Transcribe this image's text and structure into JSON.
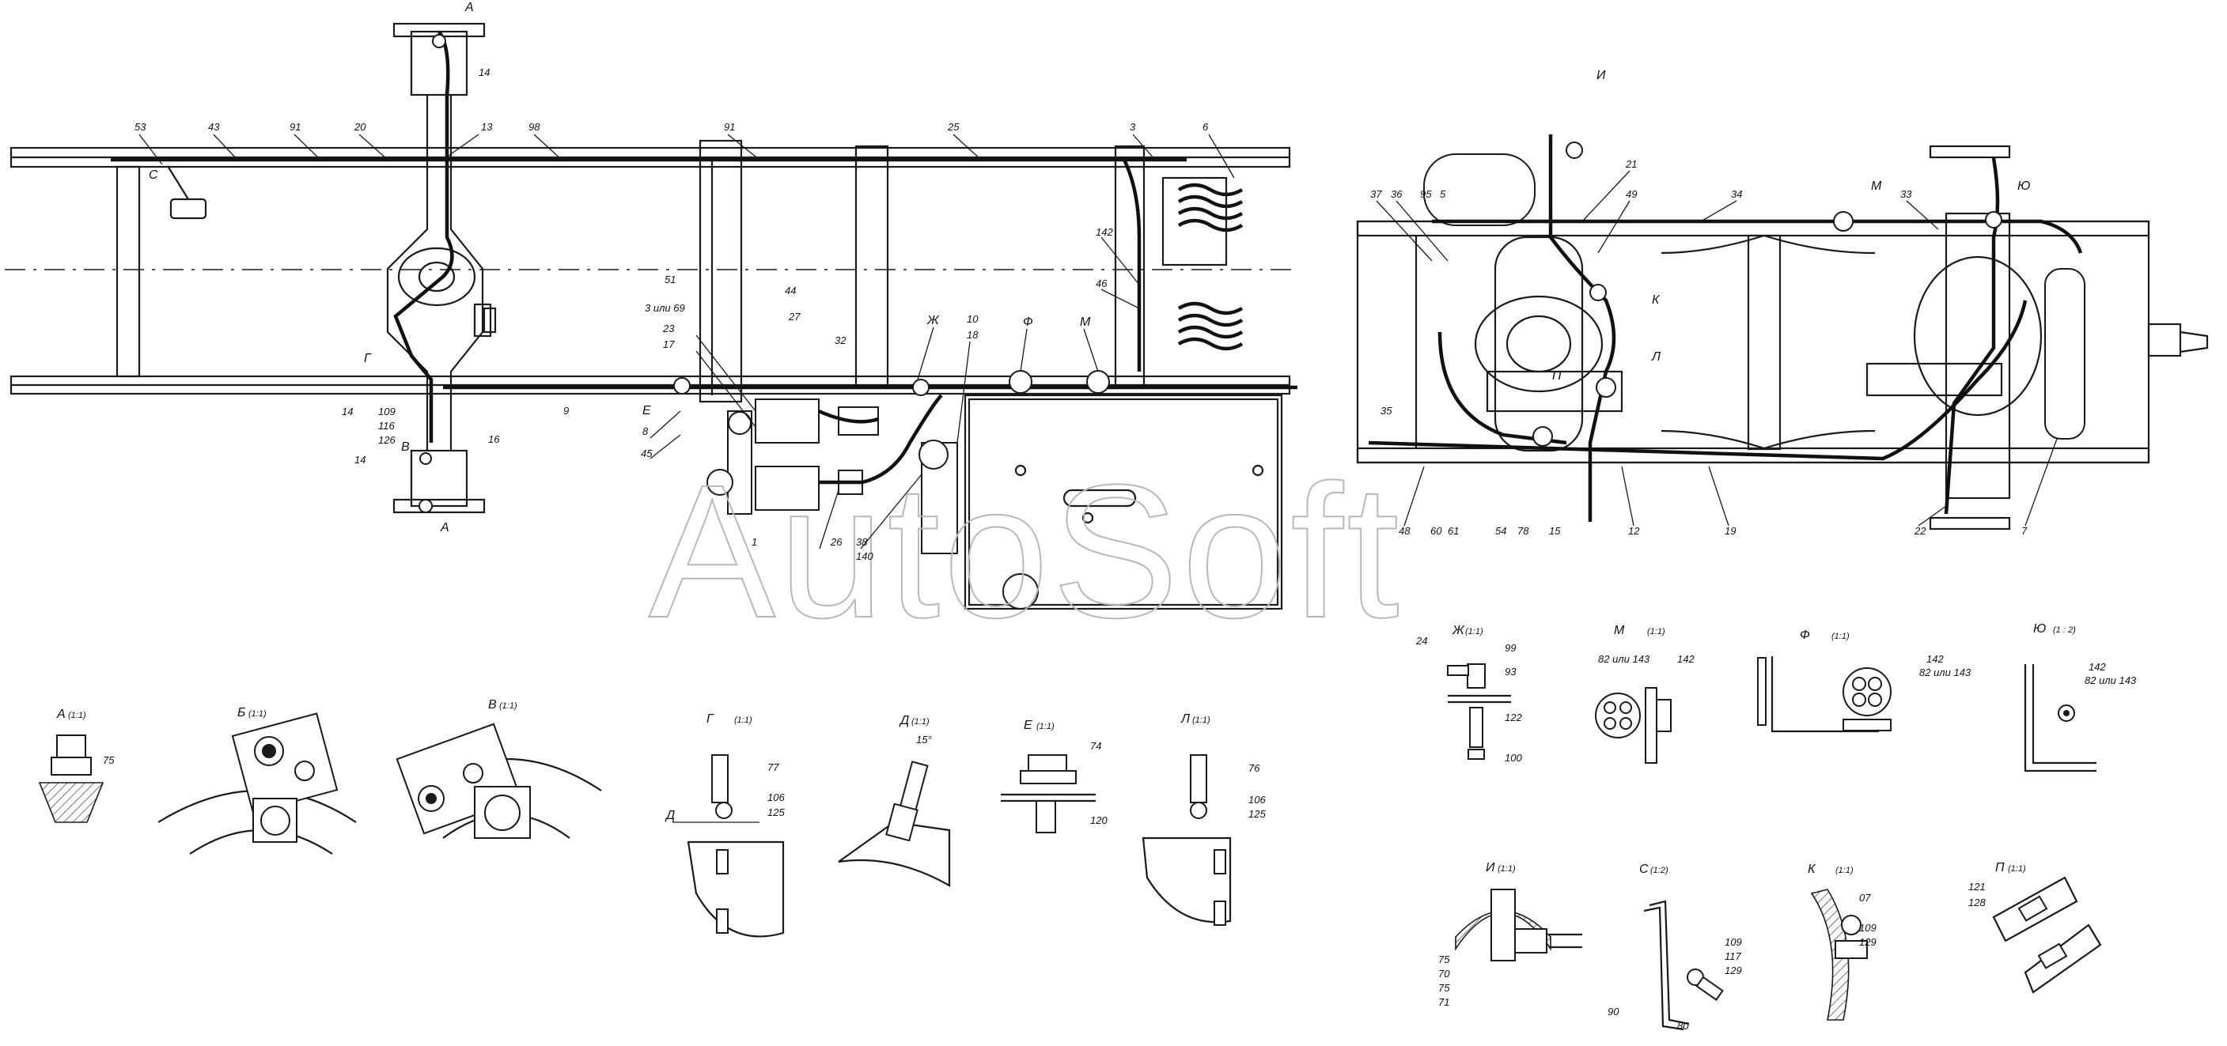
{
  "watermark": "AutoSoft",
  "callouts_left": [
    {
      "id": "c53",
      "text": "53"
    },
    {
      "id": "c43",
      "text": "43"
    },
    {
      "id": "c91a",
      "text": "91"
    },
    {
      "id": "c20",
      "text": "20"
    },
    {
      "id": "c13",
      "text": "13"
    },
    {
      "id": "c98",
      "text": "98"
    },
    {
      "id": "c91b",
      "text": "91"
    },
    {
      "id": "c25",
      "text": "25"
    },
    {
      "id": "c3",
      "text": "3"
    },
    {
      "id": "c6",
      "text": "6"
    },
    {
      "id": "c14a",
      "text": "14"
    },
    {
      "id": "cA1",
      "text": "А"
    },
    {
      "id": "cC",
      "text": "С"
    },
    {
      "id": "c142",
      "text": "142"
    },
    {
      "id": "c46",
      "text": "46"
    },
    {
      "id": "cM",
      "text": "М"
    },
    {
      "id": "cF",
      "text": "Ф"
    },
    {
      "id": "c10",
      "text": "10"
    },
    {
      "id": "c18",
      "text": "18"
    },
    {
      "id": "cZh",
      "text": "Ж"
    },
    {
      "id": "c32",
      "text": "32"
    },
    {
      "id": "c51",
      "text": "51"
    },
    {
      "id": "c44",
      "text": "44"
    },
    {
      "id": "c3or69",
      "text": "3 или 69"
    },
    {
      "id": "c27",
      "text": "27"
    },
    {
      "id": "c23",
      "text": "23"
    },
    {
      "id": "c17",
      "text": "17"
    },
    {
      "id": "cG",
      "text": "Г"
    },
    {
      "id": "c14b",
      "text": "14"
    },
    {
      "id": "c109",
      "text": "109"
    },
    {
      "id": "c116",
      "text": "116"
    },
    {
      "id": "c126",
      "text": "126"
    },
    {
      "id": "c16",
      "text": "16"
    },
    {
      "id": "c9",
      "text": "9"
    },
    {
      "id": "cE",
      "text": "Е"
    },
    {
      "id": "c8",
      "text": "8"
    },
    {
      "id": "c45",
      "text": "45"
    },
    {
      "id": "cB",
      "text": "В"
    },
    {
      "id": "c14c",
      "text": "14"
    },
    {
      "id": "cA2",
      "text": "А"
    },
    {
      "id": "c1",
      "text": "1"
    },
    {
      "id": "c26",
      "text": "26"
    },
    {
      "id": "c38",
      "text": "38"
    },
    {
      "id": "c140",
      "text": "140"
    }
  ],
  "callouts_right": [
    {
      "id": "rI",
      "text": "И"
    },
    {
      "id": "r37",
      "text": "37"
    },
    {
      "id": "r36",
      "text": "36"
    },
    {
      "id": "r95",
      "text": "95"
    },
    {
      "id": "r5",
      "text": "5"
    },
    {
      "id": "r21",
      "text": "21"
    },
    {
      "id": "r49",
      "text": "49"
    },
    {
      "id": "r34",
      "text": "34"
    },
    {
      "id": "rM",
      "text": "М"
    },
    {
      "id": "r33",
      "text": "33"
    },
    {
      "id": "rYu",
      "text": "Ю"
    },
    {
      "id": "rK",
      "text": "К"
    },
    {
      "id": "rL",
      "text": "Л"
    },
    {
      "id": "rP",
      "text": "П"
    },
    {
      "id": "r35",
      "text": "35"
    },
    {
      "id": "r48",
      "text": "48"
    },
    {
      "id": "r60",
      "text": "60"
    },
    {
      "id": "r61",
      "text": "61"
    },
    {
      "id": "r54",
      "text": "54"
    },
    {
      "id": "r78",
      "text": "78"
    },
    {
      "id": "r15",
      "text": "15"
    },
    {
      "id": "r12",
      "text": "12"
    },
    {
      "id": "r19",
      "text": "19"
    },
    {
      "id": "r22",
      "text": "22"
    },
    {
      "id": "r7",
      "text": "7"
    }
  ],
  "views": {
    "A": {
      "title": "А",
      "scale": "(1:1)",
      "parts": [
        "75"
      ]
    },
    "B": {
      "title": "Б",
      "scale": "(1:1)"
    },
    "V": {
      "title": "В",
      "scale": "(1:1)"
    },
    "G": {
      "title": "Г",
      "scale": "(1:1)",
      "parts": [
        "77",
        "106",
        "125"
      ],
      "section": "Д"
    },
    "D": {
      "title": "Д",
      "scale": "(1:1)",
      "angle": "15°"
    },
    "E": {
      "title": "Е",
      "scale": "(1:1)",
      "parts": [
        "74",
        "120"
      ]
    },
    "L": {
      "title": "Л",
      "scale": "(1:1)",
      "parts": [
        "76",
        "106",
        "125"
      ]
    },
    "Zh": {
      "title": "Ж",
      "scale": "(1:1)",
      "parts": [
        "24",
        "99",
        "93",
        "122",
        "100"
      ]
    },
    "M": {
      "title": "М",
      "scale": "(1:1)",
      "parts": [
        "82 или 143",
        "142"
      ]
    },
    "F": {
      "title": "Ф",
      "scale": "(1:1)",
      "parts": [
        "142",
        "82 или 143"
      ]
    },
    "Yu": {
      "title": "Ю",
      "scale": "(1 : 2)",
      "parts": [
        "142",
        "82 или 143"
      ]
    },
    "I": {
      "title": "И",
      "scale": "(1:1)",
      "parts": [
        "75",
        "70",
        "75",
        "71"
      ]
    },
    "S": {
      "title": "С",
      "scale": "(1:2)",
      "parts": [
        "109",
        "117",
        "129",
        "90",
        "80"
      ]
    },
    "K": {
      "title": "К",
      "scale": "(1:1)",
      "parts": [
        "07",
        "109",
        "129"
      ]
    },
    "P": {
      "title": "П",
      "scale": "(1:1)",
      "parts": [
        "121",
        "128"
      ]
    }
  }
}
